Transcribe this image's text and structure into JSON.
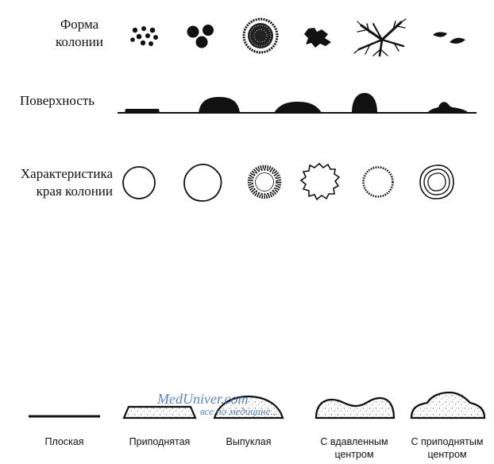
{
  "rows": {
    "shape": {
      "label_line1": "Форма",
      "label_line2": "колонии"
    },
    "surface": {
      "label": "Поверхность"
    },
    "edge": {
      "label_line1": "Характеристика",
      "label_line2": "края колонии"
    }
  },
  "profiles": [
    {
      "label_line1": "Плоская",
      "label_line2": ""
    },
    {
      "label_line1": "Приподнятая",
      "label_line2": ""
    },
    {
      "label_line1": "Выпуклая",
      "label_line2": ""
    },
    {
      "label_line1": "С вдавленным",
      "label_line2": "центром"
    },
    {
      "label_line1": "С приподнятым",
      "label_line2": "центром"
    }
  ],
  "watermark": {
    "site": "MedUniver.com",
    "tagline": "все по медицине..."
  },
  "colors": {
    "ink": "#111111",
    "watermark": "#3d6fb8"
  }
}
